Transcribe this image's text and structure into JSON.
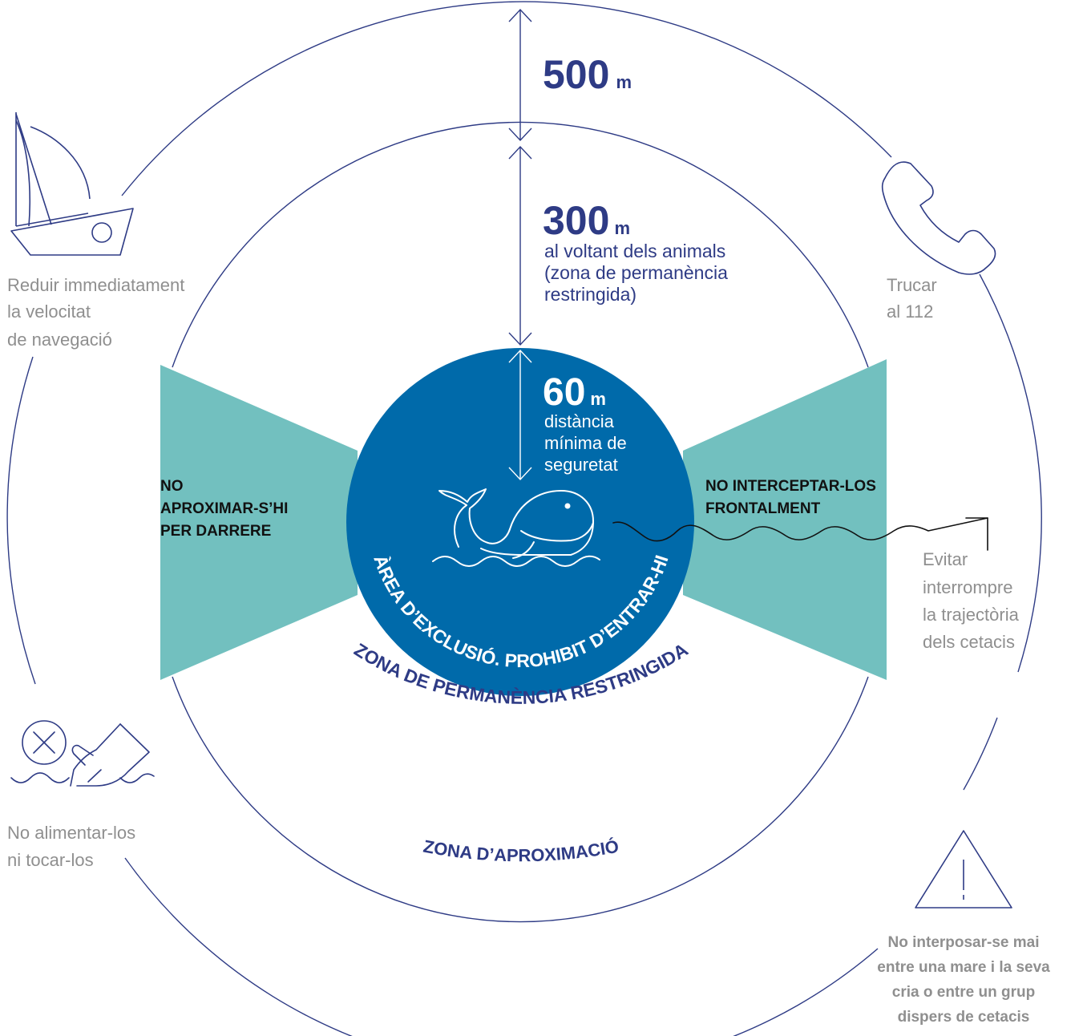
{
  "colors": {
    "navy": "#2e3b85",
    "center_blue": "#006aaa",
    "teal_wedge": "#72c0bf",
    "grey_text": "#8f8f8f",
    "line": "#2e3b85",
    "white": "#ffffff"
  },
  "outer_zone": {
    "distance_value": "500",
    "distance_unit": "m",
    "label": "ZONA D’APROXIMACIÓ"
  },
  "middle_zone": {
    "distance_value": "300",
    "distance_unit": "m",
    "desc_lines": [
      "al voltant dels animals",
      "(zona de permanència",
      "restringida)"
    ],
    "label": "ZONA DE PERMANÈNCIA RESTRINGIDA"
  },
  "inner_zone": {
    "distance_value": "60",
    "distance_unit": "m",
    "desc_lines": [
      "distància",
      "mínima de",
      "seguretat"
    ],
    "label": "ÀREA D’EXCLUSIÓ. PROHIBIT D’ENTRAR-HI"
  },
  "wedges": {
    "left_lines": [
      "NO",
      "APROXIMAR-S’HI",
      "PER DARRERE"
    ],
    "right_lines": [
      "NO INTERCEPTAR-LOS",
      "FRONTALMENT"
    ]
  },
  "tips": {
    "boat": {
      "icon": "sailboat-icon",
      "lines": [
        "Reduir immediatament",
        "la velocitat",
        "de navegació"
      ]
    },
    "phone": {
      "icon": "phone-icon",
      "lines": [
        "Trucar",
        "al 112"
      ]
    },
    "trajectory": {
      "icon": "wavy-arrow-icon",
      "lines": [
        "Evitar",
        "interrompre",
        "la trajectòria",
        "dels cetacis"
      ]
    },
    "feeding": {
      "icon": "no-touch-hand-icon",
      "lines": [
        "No alimentar-los",
        "ni tocar-los"
      ]
    },
    "warning": {
      "icon": "warning-triangle-icon",
      "lines": [
        "No interposar-se mai",
        "entre una mare i la seva",
        "cria o entre un grup",
        "dispers de cetacis"
      ]
    }
  }
}
